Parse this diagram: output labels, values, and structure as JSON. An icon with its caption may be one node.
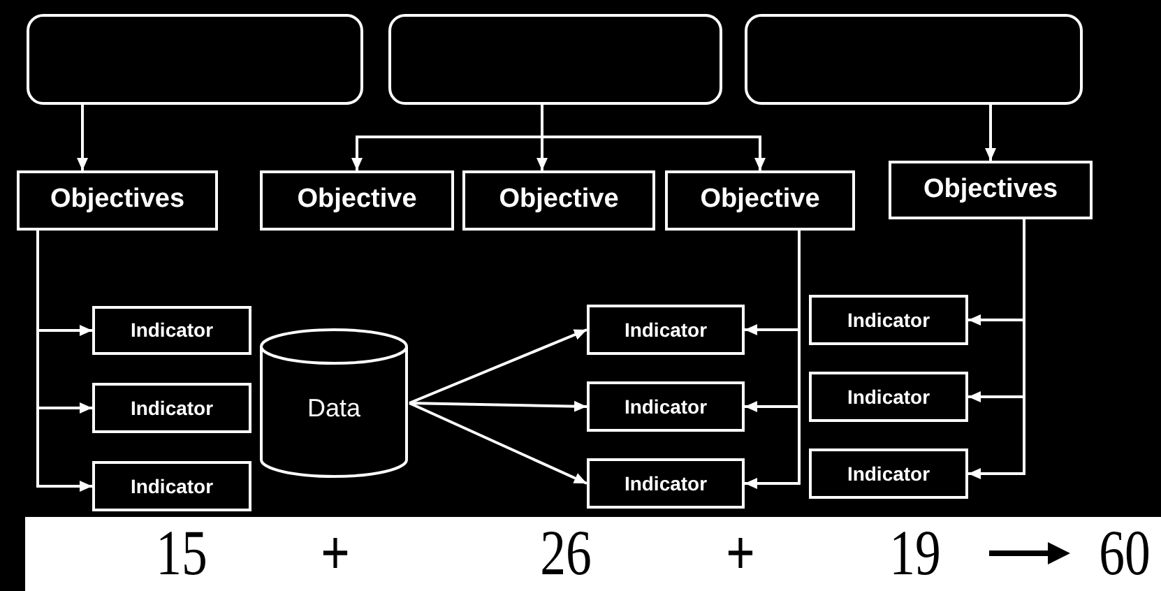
{
  "diagram": {
    "nodes": [
      {
        "text": [],
        "shape": "box"
      },
      {
        "text": [],
        "shape": "box"
      },
      {
        "text": [],
        "shape": "box"
      },
      {
        "text": [
          "Objectives"
        ]
      },
      {
        "text": [
          "Objective"
        ]
      },
      {
        "text": [
          "Objective"
        ]
      },
      {
        "text": [
          "Objective"
        ]
      },
      {
        "text": [
          "Objectives"
        ]
      },
      {
        "text": [
          "Indicator"
        ]
      },
      {
        "text": [
          "Indicator"
        ]
      },
      {
        "text": [
          "Indicator"
        ]
      },
      {
        "text": [
          "Data"
        ]
      },
      {
        "text": [
          "Indicator"
        ]
      },
      {
        "text": [
          "Indicator"
        ]
      },
      {
        "text": [
          "Indicator"
        ]
      },
      {
        "text": [
          "Indicator"
        ]
      },
      {
        "text": [
          "Indicator"
        ]
      },
      {
        "text": [
          "Indicator"
        ]
      }
    ],
    "edges": [
      {
        "from": 0,
        "to": 3,
        "arrow": "to"
      },
      {
        "from": 1,
        "to": 4,
        "arrow": "to"
      },
      {
        "from": 1,
        "to": 5,
        "arrow": "to"
      },
      {
        "from": 1,
        "to": 6,
        "arrow": "to"
      },
      {
        "from": 2,
        "to": 7,
        "arrow": "to"
      },
      {
        "from": 3,
        "to": 8,
        "arrow": "to"
      },
      {
        "from": 3,
        "to": 9,
        "arrow": "to"
      },
      {
        "from": 3,
        "to": 10,
        "arrow": "to"
      },
      {
        "from": 11,
        "to": 12,
        "arrow": "to"
      },
      {
        "from": 11,
        "to": 13,
        "arrow": "to"
      },
      {
        "from": 11,
        "to": 14,
        "arrow": "to"
      },
      {
        "from": 6,
        "to": 12,
        "arrow": "to"
      },
      {
        "from": 6,
        "to": 13,
        "arrow": "to"
      },
      {
        "from": 6,
        "to": 14,
        "arrow": "to"
      },
      {
        "from": 7,
        "to": 15,
        "arrow": "to"
      },
      {
        "from": 7,
        "to": 16,
        "arrow": "to"
      },
      {
        "from": 7,
        "to": 17,
        "arrow": "to"
      }
    ],
    "labels": [
      "15",
      "+",
      "26",
      "+",
      "19",
      "60"
    ]
  }
}
